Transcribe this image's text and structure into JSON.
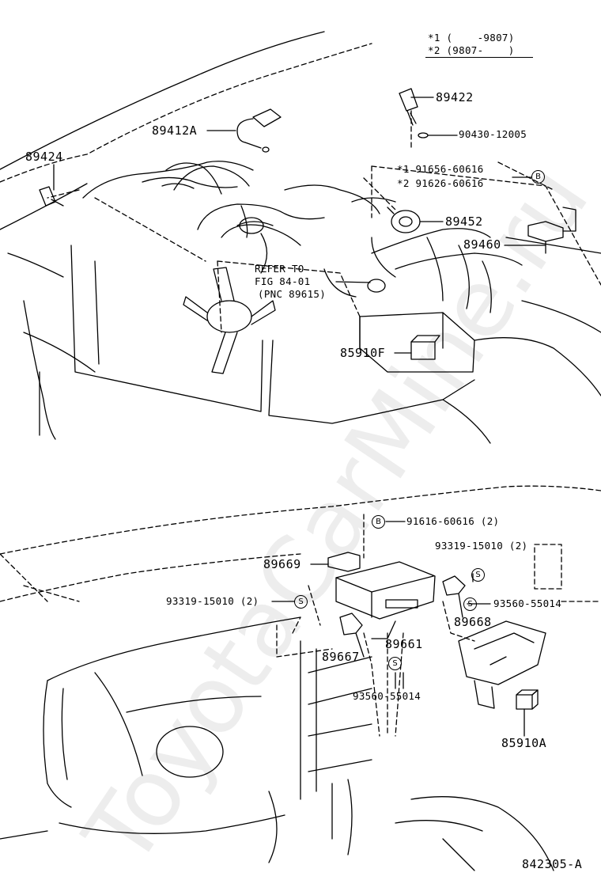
{
  "diagram_code": "842305-A",
  "watermark": "ToyotaCarMine.ru",
  "legend": {
    "line1": "*1 (    -9807)",
    "line2": "*2 (9807-    )"
  },
  "parts": {
    "p89422": "89422",
    "p90430": "90430-12005",
    "p89412A": "89412A",
    "p89424": "89424",
    "p91656_1": "*1 91656-60616",
    "p91626_2": "*2 91626-60616",
    "p89452": "89452",
    "p89460": "89460",
    "refer_1": "REFER TO",
    "refer_2": "FIG 84-01",
    "refer_3": "(PNC 89615)",
    "p85910F": "85910F",
    "p91616": "91616-60616 (2)",
    "p93319_right": "93319-15010 (2)",
    "p89669": "89669",
    "p93319_left": "93319-15010 (2)",
    "p93560_right": "93560-55014",
    "p89668": "89668",
    "p89661": "89661",
    "p89667": "89667",
    "p93560_bottom": "93560-55014",
    "p85910A": "85910A"
  },
  "markers": {
    "b": "B",
    "s": "S"
  }
}
